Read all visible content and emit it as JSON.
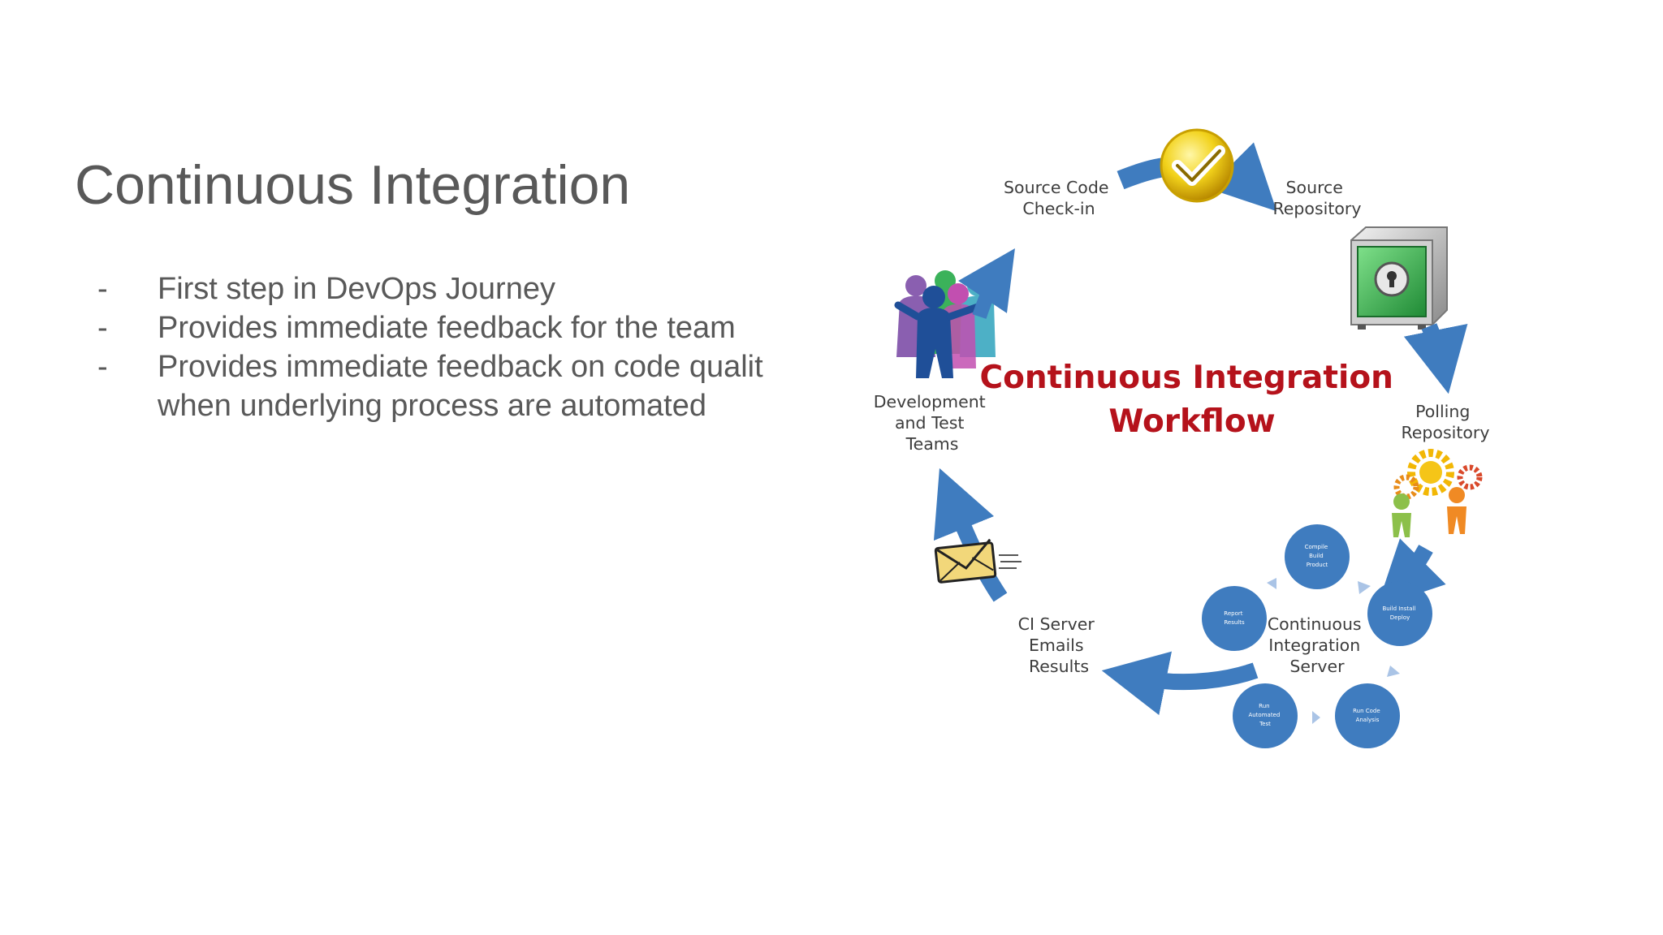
{
  "slide": {
    "title": "Continuous Integration",
    "bullets": [
      {
        "marker": "-",
        "text": "First step in DevOps Journey"
      },
      {
        "marker": "-",
        "text": "Provides immediate feedback for the team"
      },
      {
        "marker": "-",
        "text": "Provides immediate feedback on code qualit when underlying process are automated"
      }
    ]
  },
  "diagram": {
    "title_line1": "Continuous Integration",
    "title_line2": "Workflow",
    "title_color": "#b5121b",
    "accent_color": "#3f7cbf",
    "stages": {
      "checkin": [
        "Source Code",
        "Check-in"
      ],
      "repository": [
        "Source",
        "Repository"
      ],
      "polling": [
        "Polling",
        "Repository"
      ],
      "server": [
        "Continuous",
        "Integration",
        "Server"
      ],
      "emails": [
        "CI Server",
        "Emails",
        "Results"
      ],
      "teams": [
        "Development",
        "and Test",
        "Teams"
      ]
    },
    "server_steps": [
      [
        "Compile",
        "Build",
        "Product"
      ],
      [
        "Build Install",
        "Deploy"
      ],
      [
        "Run Code",
        "Analysis"
      ],
      [
        "Run",
        "Automated",
        "Test"
      ],
      [
        "Report",
        "Results"
      ]
    ],
    "icons": [
      "check-icon",
      "safe-icon",
      "gears-people-icon",
      "envelope-icon",
      "team-people-icon"
    ]
  }
}
